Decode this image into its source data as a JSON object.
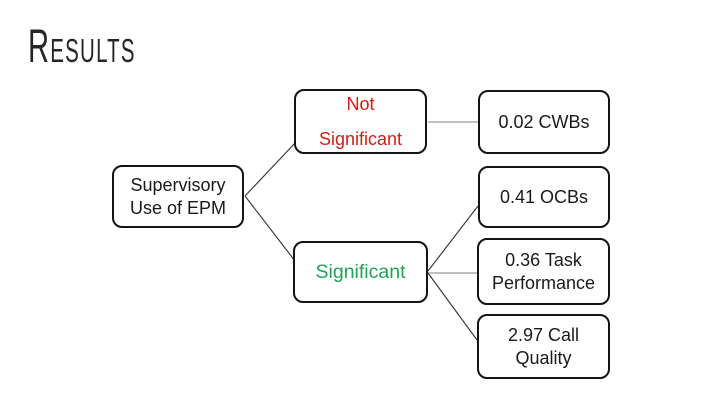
{
  "slide": {
    "title": "Results",
    "colors": {
      "background": "#ffffff",
      "box_border": "#141414",
      "box_text": "#1a1a1a",
      "not_significant_text": "#cc2018",
      "significant_text": "#21a159",
      "connector_diagonal": "#3d3d3d",
      "connector_horizontal": "#9b9b9b"
    },
    "nodes": {
      "epm": {
        "line1": "Supervisory",
        "line2": "Use of EPM"
      },
      "not_significant": {
        "line1": "Not",
        "line2": "Significant"
      },
      "significant": {
        "line1": "Significant"
      },
      "cwbs": {
        "line1": "0.02 CWBs"
      },
      "ocbs": {
        "line1": "0.41 OCBs"
      },
      "task_performance": {
        "line1": "0.36 Task",
        "line2": "Performance"
      },
      "call_quality": {
        "line1": "2.97 Call",
        "line2": "Quality"
      }
    }
  }
}
